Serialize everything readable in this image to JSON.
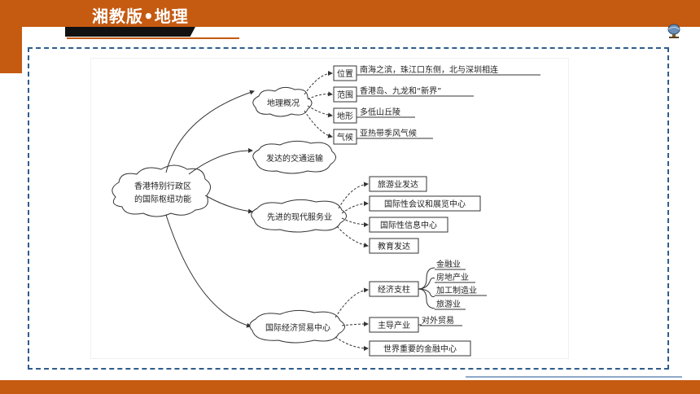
{
  "header": {
    "title": "湘教版•地理"
  },
  "diagram": {
    "root": "香港特别行政区的国际枢纽功能",
    "root_lines": [
      "香港特别行政区",
      "的国际枢纽功能"
    ],
    "branches": [
      {
        "label": "地理概况",
        "children": [
          {
            "key": "位置",
            "value": "南海之滨，珠江口东侧，北与深圳相连"
          },
          {
            "key": "范围",
            "value": "香港岛、九龙和“新界”"
          },
          {
            "key": "地形",
            "value": "多低山丘陵"
          },
          {
            "key": "气候",
            "value": "亚热带季风气候"
          }
        ]
      },
      {
        "label": "发达的交通运输",
        "children": []
      },
      {
        "label": "先进的现代服务业",
        "children": [
          {
            "label": "旅游业发达"
          },
          {
            "label": "国际性会议和展览中心"
          },
          {
            "label": "国际性信息中心"
          },
          {
            "label": "教育发达"
          }
        ]
      },
      {
        "label": "国际经济贸易中心",
        "children": [
          {
            "label": "经济支柱",
            "items": [
              "金融业",
              "房地产业",
              "加工制造业",
              "旅游业"
            ]
          },
          {
            "label": "主导产业",
            "items": [
              "对外贸易"
            ]
          },
          {
            "label": "世界重要的金融中心"
          }
        ]
      }
    ]
  }
}
